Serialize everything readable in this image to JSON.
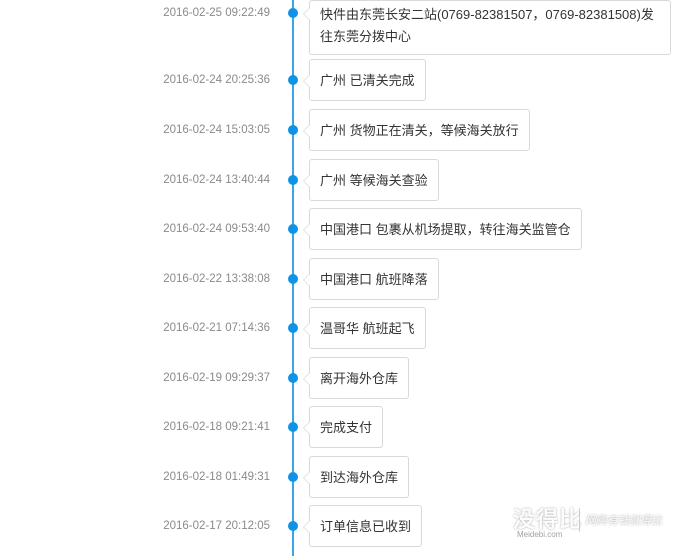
{
  "tracking": {
    "events": [
      {
        "time": "2016-02-25 09:22:49",
        "text": "快件由东莞长安二站(0769-82381507，0769-82381508)发往东莞分拨中心"
      },
      {
        "time": "2016-02-24 20:25:36",
        "text": "广州 已清关完成"
      },
      {
        "time": "2016-02-24 15:03:05",
        "text": "广州 货物正在清关，等候海关放行"
      },
      {
        "time": "2016-02-24 13:40:44",
        "text": "广州 等候海关查验"
      },
      {
        "time": "2016-02-24 09:53:40",
        "text": "中国港口 包裹从机场提取，转往海关监管仓"
      },
      {
        "time": "2016-02-22 13:38:08",
        "text": "中国港口 航班降落"
      },
      {
        "time": "2016-02-21 07:14:36",
        "text": "温哥华 航班起飞"
      },
      {
        "time": "2016-02-19 09:29:37",
        "text": "离开海外仓库"
      },
      {
        "time": "2016-02-18 09:21:41",
        "text": "完成支付"
      },
      {
        "time": "2016-02-18 01:49:31",
        "text": "到达海外仓库"
      },
      {
        "time": "2016-02-17 20:12:05",
        "text": "订单信息已收到"
      }
    ]
  },
  "watermark": {
    "logo": "没得比",
    "site": "Meidebi.com",
    "slogan": "网购有钱就得比"
  },
  "colors": {
    "axis": "#3ba3e8",
    "dot": "#0f93e6",
    "time_text": "#8a8a8a",
    "bubble_border": "#d9d9d9",
    "bubble_text": "#333333"
  }
}
